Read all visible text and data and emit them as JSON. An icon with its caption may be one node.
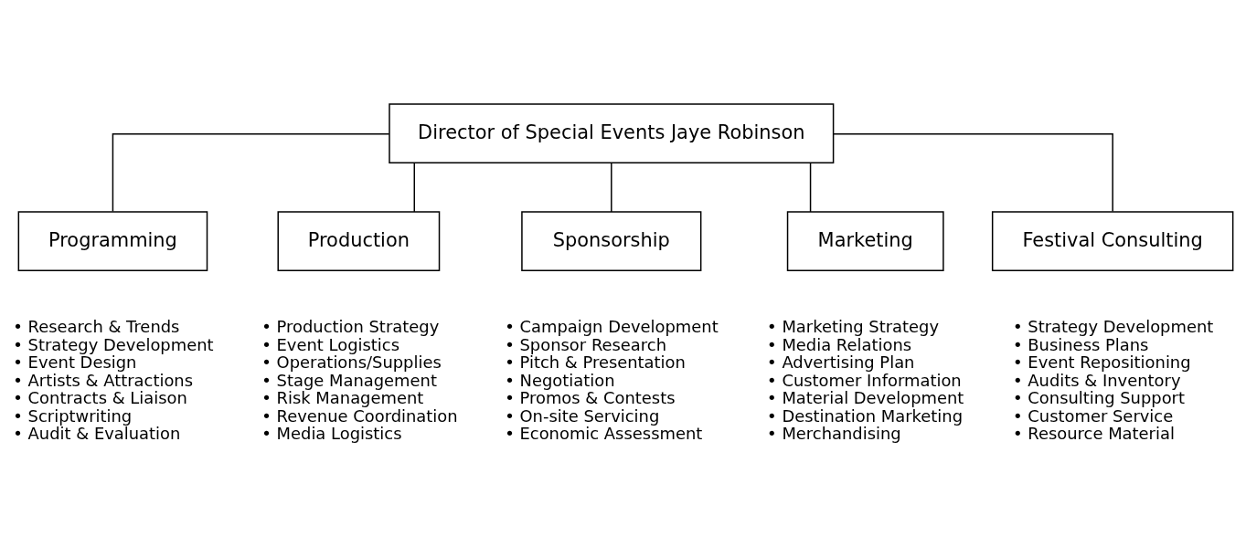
{
  "diagram": {
    "nodes": [
      {
        "text": [
          "Director of Special Events Jaye Robinson"
        ]
      },
      {
        "text": [
          "Programming"
        ],
        "beside": [
          "• Research & Trends",
          "• Strategy Development",
          "• Event Design",
          "• Artists & Attractions",
          "• Contracts & Liaison",
          "• Scriptwriting",
          "• Audit & Evaluation"
        ]
      },
      {
        "text": [
          "Production"
        ],
        "beside": [
          "• Production Strategy",
          "• Event Logistics",
          "• Operations/Supplies",
          "• Stage Management",
          "• Risk Management",
          "• Revenue Coordination",
          "• Media Logistics"
        ]
      },
      {
        "text": [
          "Sponsorship"
        ],
        "beside": [
          "• Campaign Development",
          "• Sponsor Research",
          "• Pitch & Presentation",
          "• Negotiation",
          "• Promos & Contests",
          "• On-site Servicing",
          "• Economic Assessment"
        ]
      },
      {
        "text": [
          "Marketing"
        ],
        "beside": [
          "• Marketing Strategy",
          "• Media Relations",
          "• Advertising Plan",
          "• Customer Information",
          "• Material Development",
          "• Destination Marketing",
          "• Merchandising"
        ]
      },
      {
        "text": [
          "Festival Consulting"
        ],
        "beside": [
          "• Strategy Development",
          "• Business Plans",
          "• Event Repositioning",
          "• Audits & Inventory",
          "• Consulting Support",
          "• Customer Service",
          "• Resource Material"
        ]
      }
    ],
    "edges": [
      {
        "from": 0,
        "to": 1,
        "arrow": "none"
      },
      {
        "from": 0,
        "to": 2,
        "arrow": "none"
      },
      {
        "from": 0,
        "to": 3,
        "arrow": "none"
      },
      {
        "from": 0,
        "to": 4,
        "arrow": "none"
      },
      {
        "from": 0,
        "to": 5,
        "arrow": "none"
      }
    ]
  }
}
